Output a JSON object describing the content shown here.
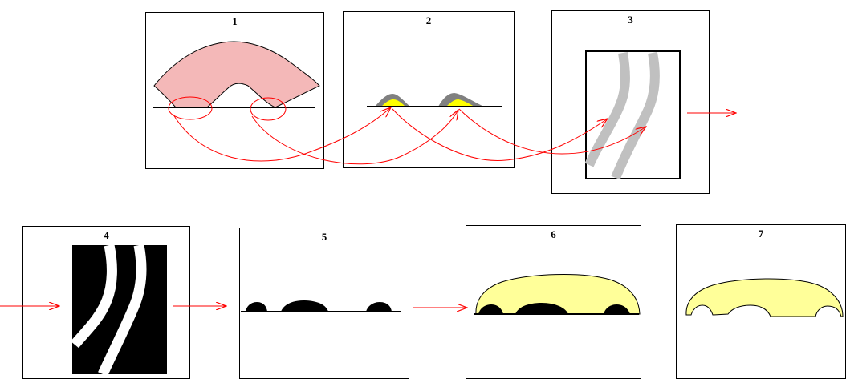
{
  "panels": [
    {
      "number": "1"
    },
    {
      "number": "2"
    },
    {
      "number": "3"
    },
    {
      "number": "4"
    },
    {
      "number": "5"
    },
    {
      "number": "6"
    },
    {
      "number": "7"
    }
  ],
  "colors": {
    "flow_arrow": "#ff0000",
    "pink_region": "#f4b8b8",
    "yellow_region": "#ffff99",
    "bright_yellow": "#ffff00",
    "gray_band": "#c0c0c0",
    "dark_gray_shell": "#808080",
    "black": "#000000",
    "white": "#ffffff"
  }
}
